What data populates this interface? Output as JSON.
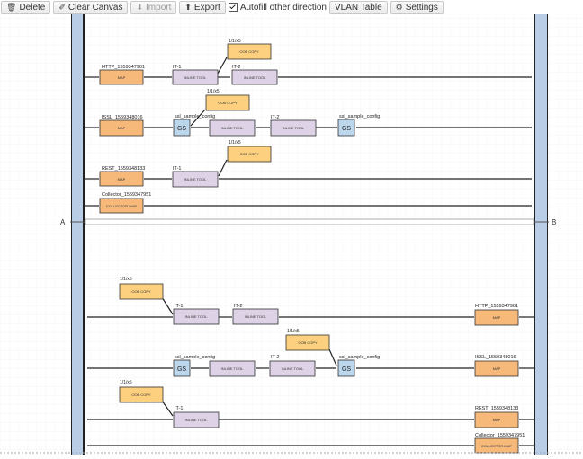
{
  "toolbar": {
    "delete": "Delete",
    "clear_canvas": "Clear Canvas",
    "import": "Import",
    "export": "Export",
    "autofill": "Autofill other direction",
    "vlan_table": "VLAN Table",
    "settings": "Settings"
  },
  "canvas": {
    "side_a": "A",
    "side_b": "B",
    "port_labels": {
      "oob1": "1/1/x5",
      "oob2": "1/1/x5",
      "oob3": "1/1/x5",
      "oob4": "1/1/x5",
      "oob5": "1/1/x5",
      "oob6": "1/1/x5"
    },
    "chain_names": {
      "http_top": "HTTP_1559347961",
      "ssl_top": "ssl_sample_config",
      "issl_top": "ISSL_1559348016",
      "rest_top": "REST_1559348133",
      "collector_top": "Collector_1559347951",
      "http_bot": "HTTP_1559347961",
      "issl_bot": "ISSL_1559348016",
      "rest_bot": "REST_1559348133",
      "collector_bot": "Collector_1559347951"
    },
    "labels": {
      "it1": "IT-1",
      "it2": "IT-2",
      "ssl_config": "ssl_sample_config",
      "map": "MAP",
      "collector_map": "COLLECTOR MAP",
      "inline_tool": "INLINE TOOL",
      "oob_copy": "OOB COPY",
      "gs": "GS"
    }
  },
  "colors": {
    "map_fill": "#f6b97a",
    "tool_fill": "#ddd2e6",
    "gs_fill": "#bcd6ec",
    "oob_fill": "#fcd07e",
    "rail": "#b9cde6"
  }
}
